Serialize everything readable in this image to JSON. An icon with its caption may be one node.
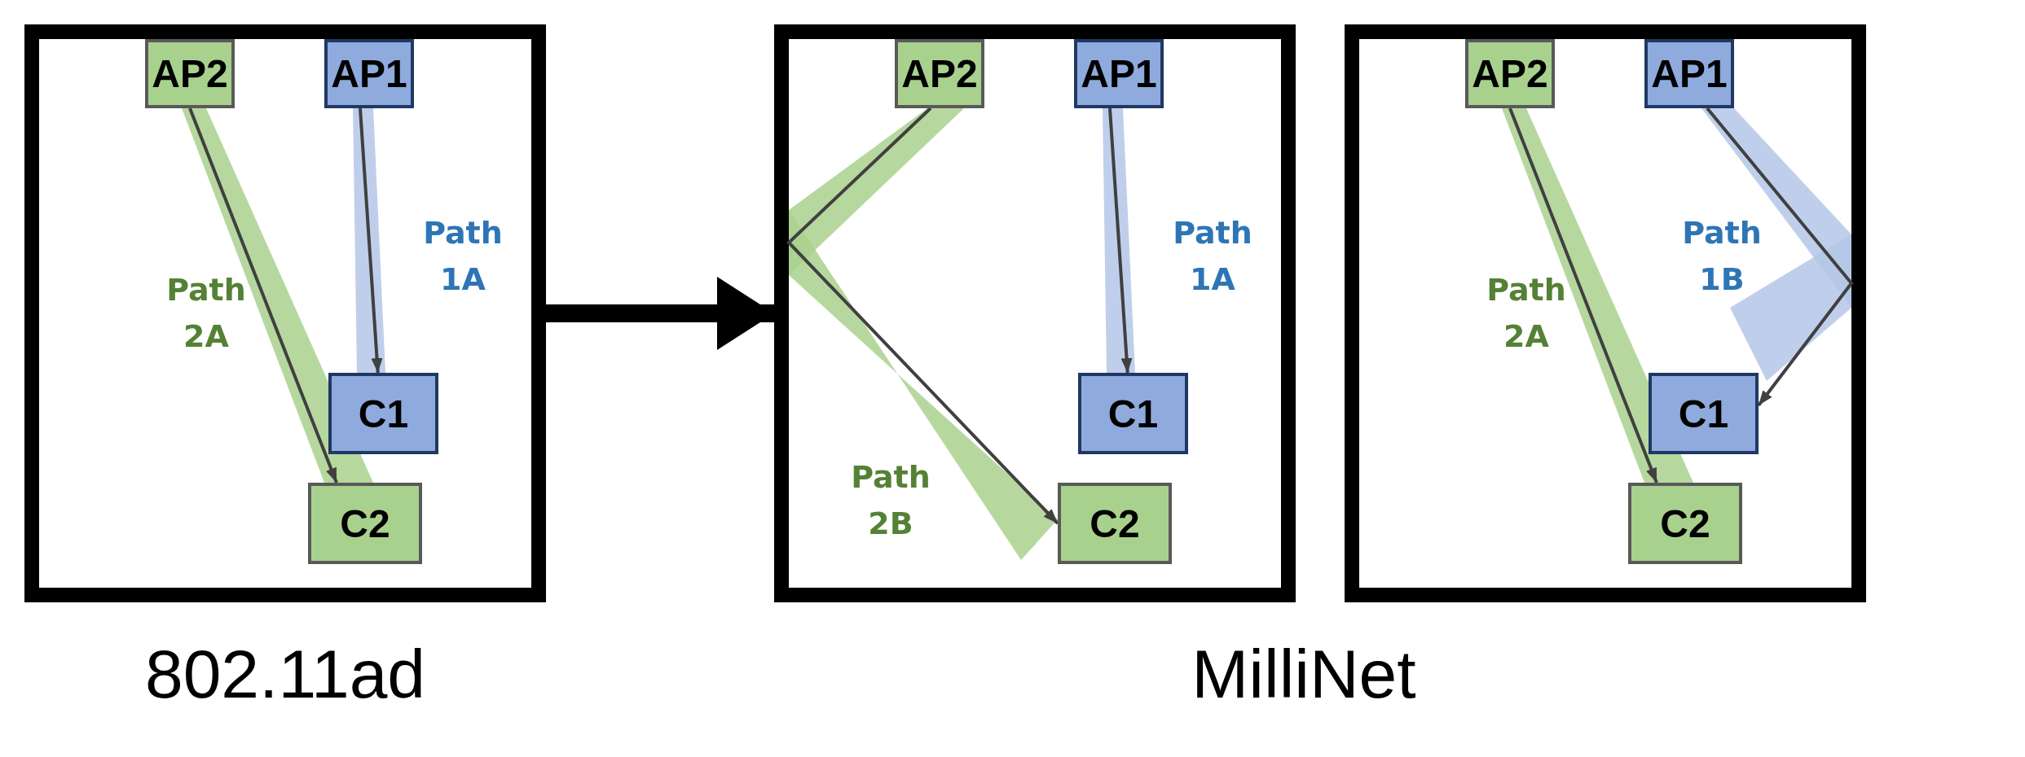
{
  "diagram": {
    "nodes": [
      {
        "text": [],
        "shape": "box",
        "beside": [
          "802.11ad"
        ]
      },
      {
        "text": [
          "AP2"
        ],
        "in": 0
      },
      {
        "text": [
          "AP1"
        ],
        "in": 0
      },
      {
        "text": [
          "C1"
        ],
        "in": 0
      },
      {
        "text": [
          "C2"
        ],
        "in": 0
      },
      {
        "text": [],
        "shape": "box"
      },
      {
        "text": [
          "AP2"
        ],
        "in": 5
      },
      {
        "text": [
          "AP1"
        ],
        "in": 5
      },
      {
        "text": [
          "C1"
        ],
        "in": 5
      },
      {
        "text": [
          "C2"
        ],
        "in": 5
      },
      {
        "text": [],
        "shape": "box"
      },
      {
        "text": [
          "AP2"
        ],
        "in": 10
      },
      {
        "text": [
          "AP1"
        ],
        "in": 10
      },
      {
        "text": [
          "C1"
        ],
        "in": 10
      },
      {
        "text": [
          "C2"
        ],
        "in": 10
      }
    ],
    "edges": [
      {
        "from": 0,
        "to": 5,
        "arrow": "to",
        "style": "thick",
        "color": "#000000"
      },
      {
        "from": 1,
        "to": 4,
        "arrow": "to",
        "label": "Path 2A"
      },
      {
        "from": 2,
        "to": 3,
        "arrow": "to",
        "label": "Path 1A"
      },
      {
        "from": 6,
        "to": 9,
        "arrow": "to",
        "label": "Path 2B"
      },
      {
        "from": 7,
        "to": 8,
        "arrow": "to",
        "label": "Path 1A"
      },
      {
        "from": 11,
        "to": 14,
        "arrow": "to",
        "label": "Path 2A"
      },
      {
        "from": 12,
        "to": 13,
        "arrow": "to",
        "label": "Path 1B"
      }
    ],
    "labels": [
      "MilliNet"
    ]
  }
}
